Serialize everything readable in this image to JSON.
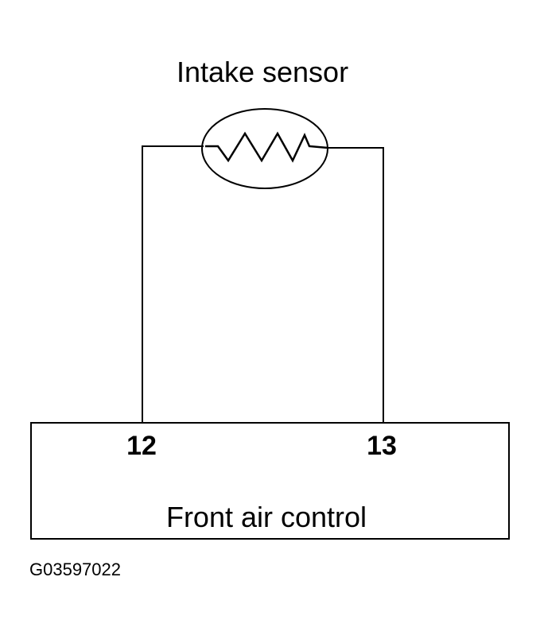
{
  "component": {
    "label": "Intake sensor",
    "symbol": "resistor-icon"
  },
  "module": {
    "label": "Front air control",
    "pins": [
      "12",
      "13"
    ]
  },
  "figure_id": "G03597022",
  "colors": {
    "line": "#000000",
    "background": "#ffffff"
  }
}
